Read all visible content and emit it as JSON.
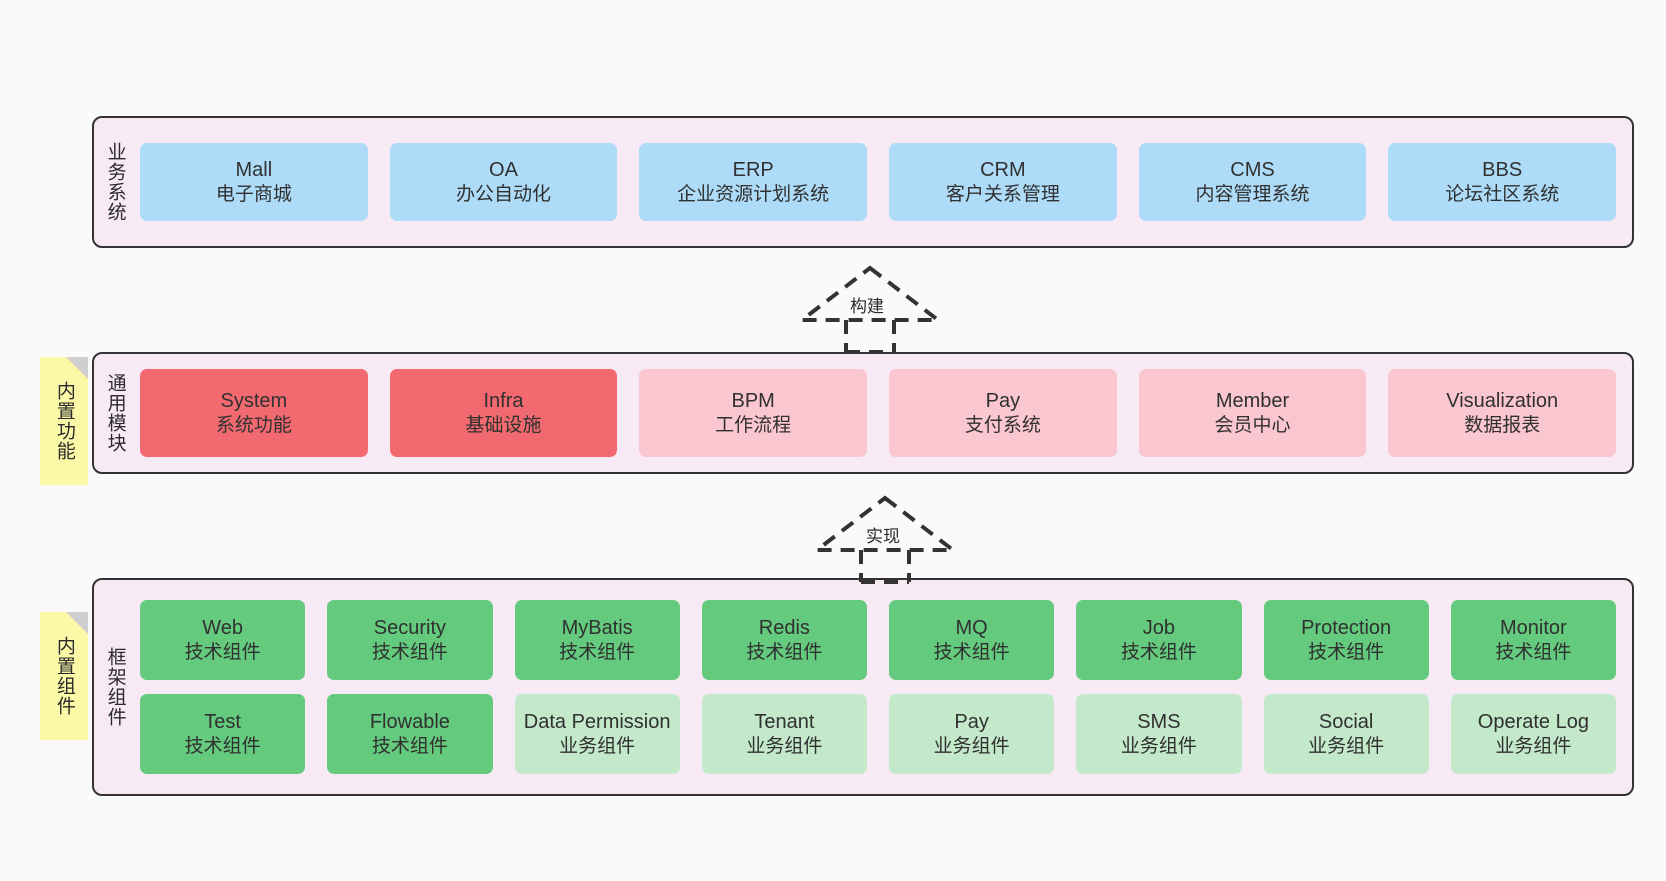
{
  "diagram": {
    "background_color": "#fafafa",
    "layer_bg_color": "#f8eaf4",
    "layer_border_color": "#333333"
  },
  "layers": [
    {
      "id": "business-system",
      "title": "业务系统",
      "card_color": "#aedcf8",
      "rows": [
        [
          {
            "name": "Mall",
            "desc": "电子商城"
          },
          {
            "name": "OA",
            "desc": "办公自动化"
          },
          {
            "name": "ERP",
            "desc": "企业资源计划系统"
          },
          {
            "name": "CRM",
            "desc": "客户关系管理"
          },
          {
            "name": "CMS",
            "desc": "内容管理系统"
          },
          {
            "name": "BBS",
            "desc": "论坛社区系统"
          }
        ]
      ]
    },
    {
      "id": "common-module",
      "title": "通用模块",
      "note": "内置功能",
      "rows": [
        [
          {
            "name": "System",
            "desc": "系统功能",
            "color": "#f26a6f"
          },
          {
            "name": "Infra",
            "desc": "基础设施",
            "color": "#f26a6f"
          },
          {
            "name": "BPM",
            "desc": "工作流程",
            "color": "#fac6d0"
          },
          {
            "name": "Pay",
            "desc": "支付系统",
            "color": "#fac6d0"
          },
          {
            "name": "Member",
            "desc": "会员中心",
            "color": "#fac6d0"
          },
          {
            "name": "Visualization",
            "desc": "数据报表",
            "color": "#fac6d0"
          }
        ]
      ]
    },
    {
      "id": "framework-component",
      "title": "框架组件",
      "note": "内置组件",
      "rows": [
        [
          {
            "name": "Web",
            "desc": "技术组件",
            "color": "#64ca7d"
          },
          {
            "name": "Security",
            "desc": "技术组件",
            "color": "#64ca7d"
          },
          {
            "name": "MyBatis",
            "desc": "技术组件",
            "color": "#64ca7d"
          },
          {
            "name": "Redis",
            "desc": "技术组件",
            "color": "#64ca7d"
          },
          {
            "name": "MQ",
            "desc": "技术组件",
            "color": "#64ca7d"
          },
          {
            "name": "Job",
            "desc": "技术组件",
            "color": "#64ca7d"
          },
          {
            "name": "Protection",
            "desc": "技术组件",
            "color": "#64ca7d"
          },
          {
            "name": "Monitor",
            "desc": "技术组件",
            "color": "#64ca7d"
          }
        ],
        [
          {
            "name": "Test",
            "desc": "技术组件",
            "color": "#64ca7d"
          },
          {
            "name": "Flowable",
            "desc": "技术组件",
            "color": "#64ca7d"
          },
          {
            "name": "Data Permission",
            "desc": "业务组件",
            "color": "#c3e9ca"
          },
          {
            "name": "Tenant",
            "desc": "业务组件",
            "color": "#c3e9ca"
          },
          {
            "name": "Pay",
            "desc": "业务组件",
            "color": "#c3e9ca"
          },
          {
            "name": "SMS",
            "desc": "业务组件",
            "color": "#c3e9ca"
          },
          {
            "name": "Social",
            "desc": "业务组件",
            "color": "#c3e9ca"
          },
          {
            "name": "Operate Log",
            "desc": "业务组件",
            "color": "#c3e9ca"
          }
        ]
      ]
    }
  ],
  "arrows": [
    {
      "id": "build",
      "label": "构建",
      "style": "dashed-generalization"
    },
    {
      "id": "implement",
      "label": "实现",
      "style": "dashed-generalization"
    }
  ]
}
